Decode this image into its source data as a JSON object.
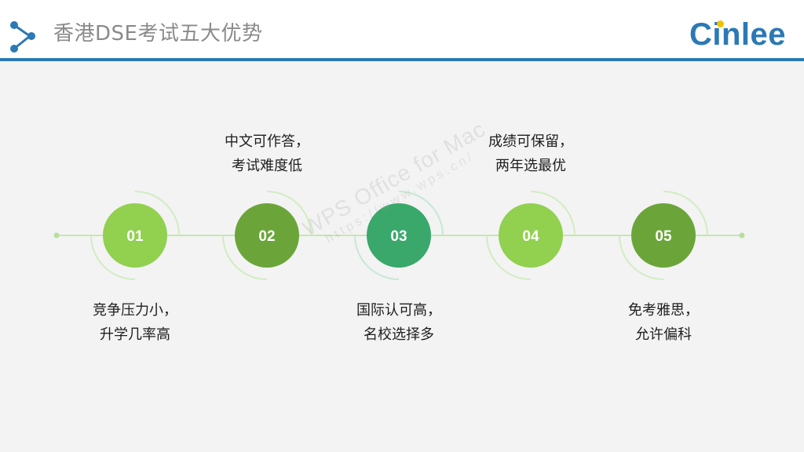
{
  "header": {
    "title": "香港DSE考试五大优势",
    "logo_text": "Cinlee",
    "accent_color": "#2b79b5",
    "icon": "share-nodes-icon"
  },
  "steps": [
    {
      "number": "01",
      "line1": "竞争压力小，",
      "line2": "升学几率高",
      "color": "#92d050"
    },
    {
      "number": "02",
      "line1": "中文可作答，",
      "line2": "考试难度低",
      "color": "#6ba53a"
    },
    {
      "number": "03",
      "line1": "国际认可高，",
      "line2": "名校选择多",
      "color": "#3aa86b"
    },
    {
      "number": "04",
      "line1": "成绩可保留，",
      "line2": "两年选最优",
      "color": "#92d050"
    },
    {
      "number": "05",
      "line1": "免考雅思，",
      "line2": "允许偏科",
      "color": "#6ba53a"
    }
  ],
  "watermark": {
    "line1": "WPS Office for Mac",
    "line2": "https://www.wps.cn/"
  }
}
